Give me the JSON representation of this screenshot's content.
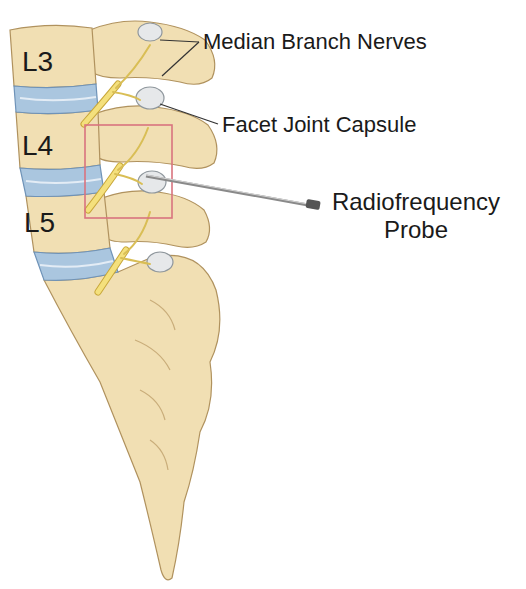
{
  "diagram": {
    "labels": [
      "L3",
      "L4",
      "L5",
      "Median Branch Nerves",
      "Facet Joint Capsule",
      "Radiofrequency Probe"
    ]
  }
}
